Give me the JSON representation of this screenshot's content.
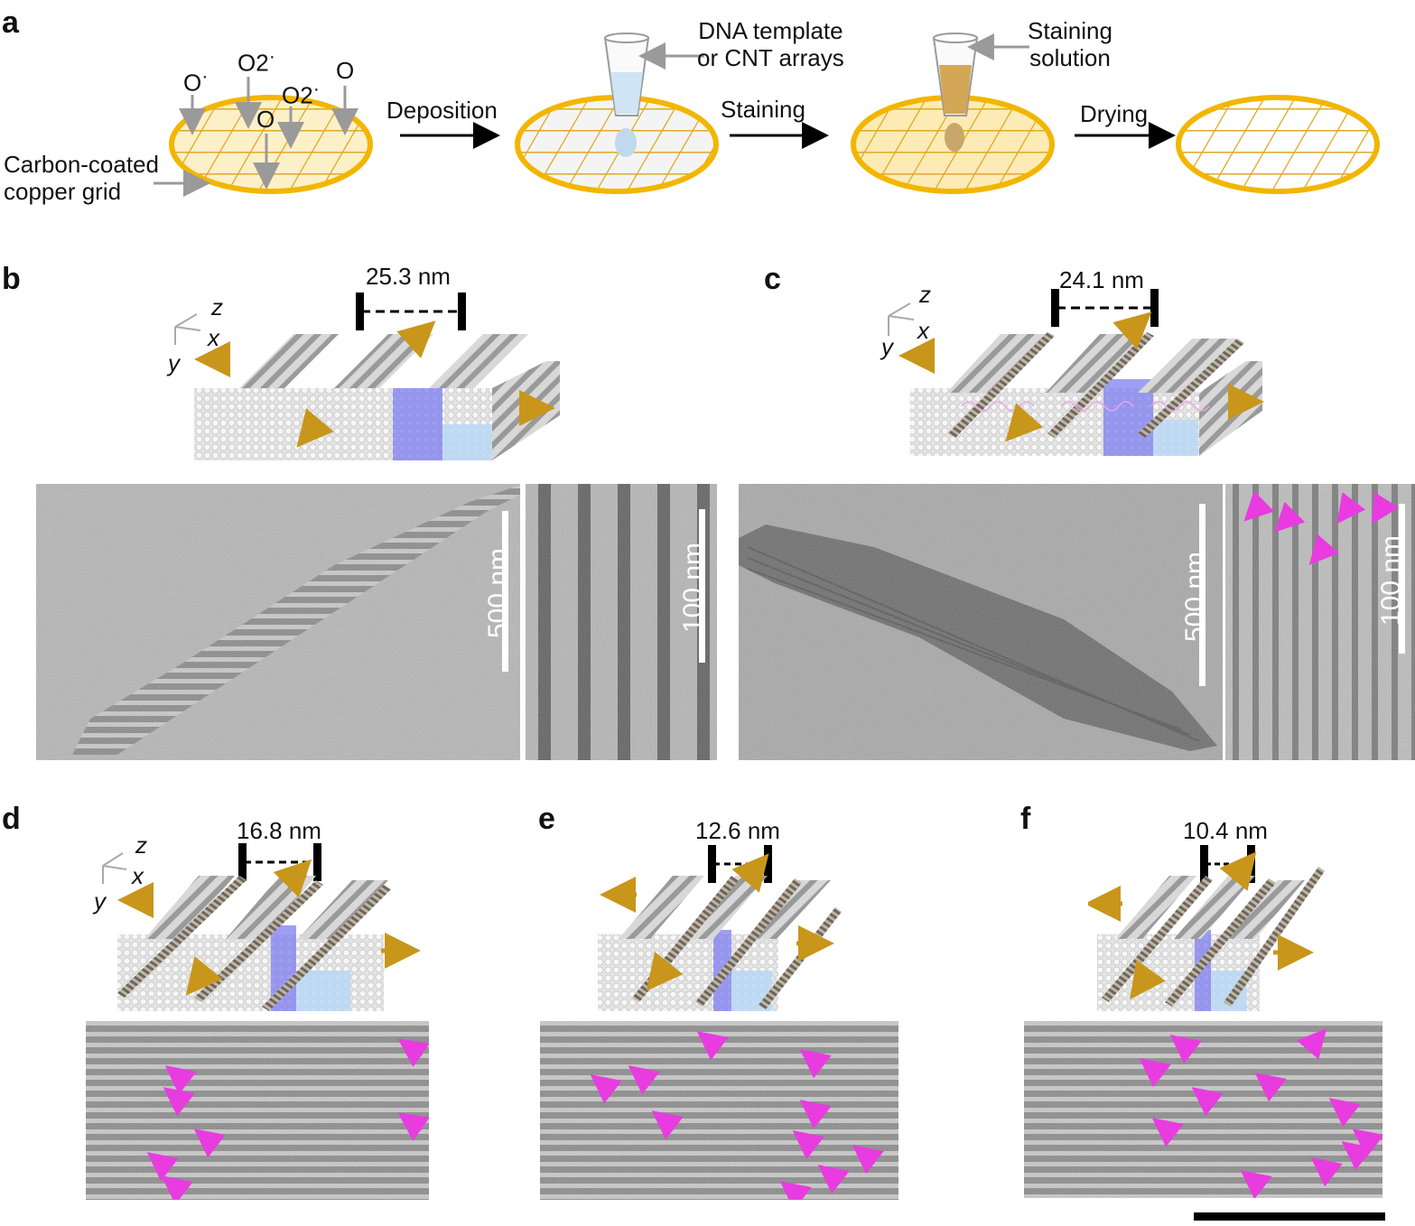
{
  "panels": {
    "a": {
      "letter": "a",
      "oxygen_labels": [
        "O",
        "O2",
        "O2",
        "O",
        "O"
      ],
      "grid_label": "Carbon-coated\ncopper grid",
      "steps": [
        "Deposition",
        "Staining",
        "Drying"
      ],
      "dna_label": "DNA template\nor CNT arrays",
      "stain_label": "Staining\nsolution"
    },
    "b": {
      "letter": "b",
      "spacing": "25.3 nm",
      "axes": {
        "z": "z",
        "x": "x",
        "y": "y"
      },
      "scale_main": "500 nm",
      "scale_zoom": "100 nm"
    },
    "c": {
      "letter": "c",
      "spacing": "24.1 nm",
      "axes": {
        "z": "z",
        "x": "x",
        "y": "y"
      },
      "scale_main": "500 nm",
      "scale_zoom": "100 nm"
    },
    "d": {
      "letter": "d",
      "spacing": "16.8 nm",
      "axes": {
        "z": "z",
        "x": "x",
        "y": "y"
      }
    },
    "e": {
      "letter": "e",
      "spacing": "12.6 nm"
    },
    "f": {
      "letter": "f",
      "spacing": "10.4 nm"
    }
  },
  "colors": {
    "grid_gold": "#F2B600",
    "arrow_gold": "#C8961A",
    "magenta": "#E83CE0",
    "blue_block": "#7D7DF0",
    "light_blue_block": "#B8D8F5"
  }
}
